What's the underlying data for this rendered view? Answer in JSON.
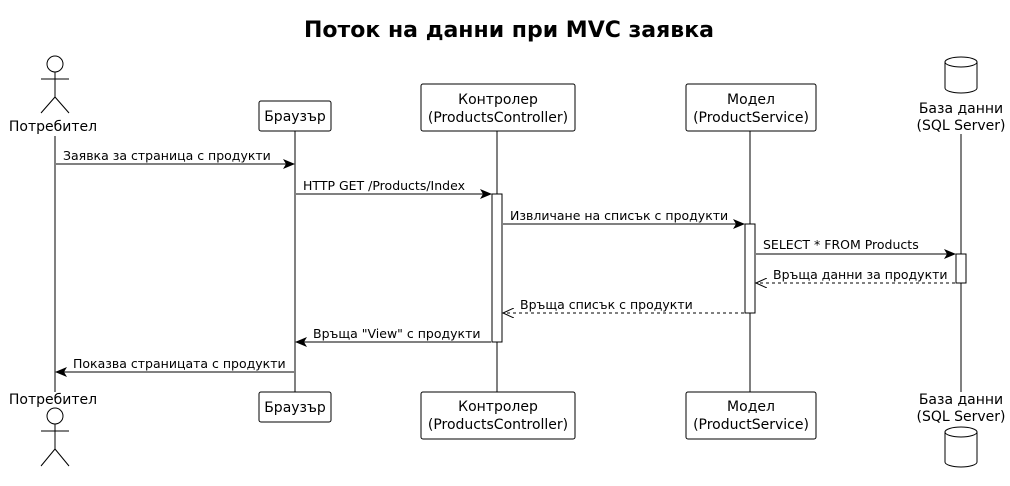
{
  "title": "Поток на данни при MVC заявка",
  "participants": {
    "user": {
      "label": "Потребител"
    },
    "browser": {
      "label": "Браузър"
    },
    "controller": {
      "line1": "Контролер",
      "line2": "(ProductsController)"
    },
    "model": {
      "line1": "Модел",
      "line2": "(ProductService)"
    },
    "db": {
      "line1": "База данни",
      "line2": "(SQL Server)"
    }
  },
  "messages": [
    {
      "text": "Заявка за страница с продукти",
      "type": "sync"
    },
    {
      "text": "HTTP GET /Products/Index",
      "type": "sync"
    },
    {
      "text": "Извличане на списък с продукти",
      "type": "sync"
    },
    {
      "text": "SELECT * FROM Products",
      "type": "sync"
    },
    {
      "text": "Връща данни за продукти",
      "type": "return"
    },
    {
      "text": "Връща списък с продукти",
      "type": "return"
    },
    {
      "text": "Връща \"View\" с продукти",
      "type": "sync"
    },
    {
      "text": "Показва страницата с продукти",
      "type": "sync"
    }
  ]
}
